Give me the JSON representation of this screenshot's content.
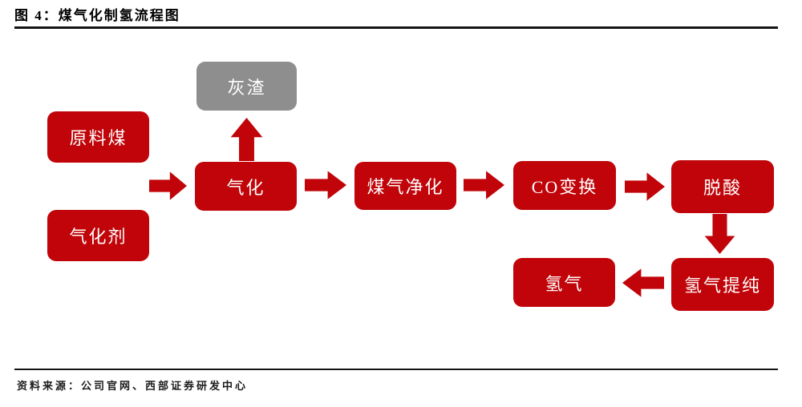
{
  "figure": {
    "title": "图 4：煤气化制氢流程图",
    "source": "资料来源：公司官网、西部证券研发中心"
  },
  "colors": {
    "c_red": "#C00409",
    "c_gray": "#8E8E8E",
    "c_rule": "#141414",
    "c_box_text": "#FFFFFF",
    "c_title": "#000000"
  },
  "flowchart": {
    "nodes": [
      {
        "id": "ash",
        "label": "灰渣",
        "role": "byproduct"
      },
      {
        "id": "raw-coal",
        "label": "原料煤",
        "role": "input"
      },
      {
        "id": "gasification-agent",
        "label": "气化剂",
        "role": "input"
      },
      {
        "id": "gasification",
        "label": "气化",
        "role": "process"
      },
      {
        "id": "gas-purification",
        "label": "煤气净化",
        "role": "process"
      },
      {
        "id": "co-shift",
        "label": "CO变换",
        "role": "process"
      },
      {
        "id": "deacidification",
        "label": "脱酸",
        "role": "process"
      },
      {
        "id": "hydrogen-purification",
        "label": "氢气提纯",
        "role": "process"
      },
      {
        "id": "hydrogen",
        "label": "氢气",
        "role": "output"
      }
    ],
    "edges": [
      {
        "from": "raw-coal / gasification-agent",
        "to": "gasification",
        "direction": "right"
      },
      {
        "from": "gasification",
        "to": "ash",
        "direction": "up"
      },
      {
        "from": "gasification",
        "to": "gas-purification",
        "direction": "right"
      },
      {
        "from": "gas-purification",
        "to": "co-shift",
        "direction": "right"
      },
      {
        "from": "co-shift",
        "to": "deacidification",
        "direction": "right"
      },
      {
        "from": "deacidification",
        "to": "hydrogen-purification",
        "direction": "down"
      },
      {
        "from": "hydrogen-purification",
        "to": "hydrogen",
        "direction": "left"
      }
    ]
  }
}
